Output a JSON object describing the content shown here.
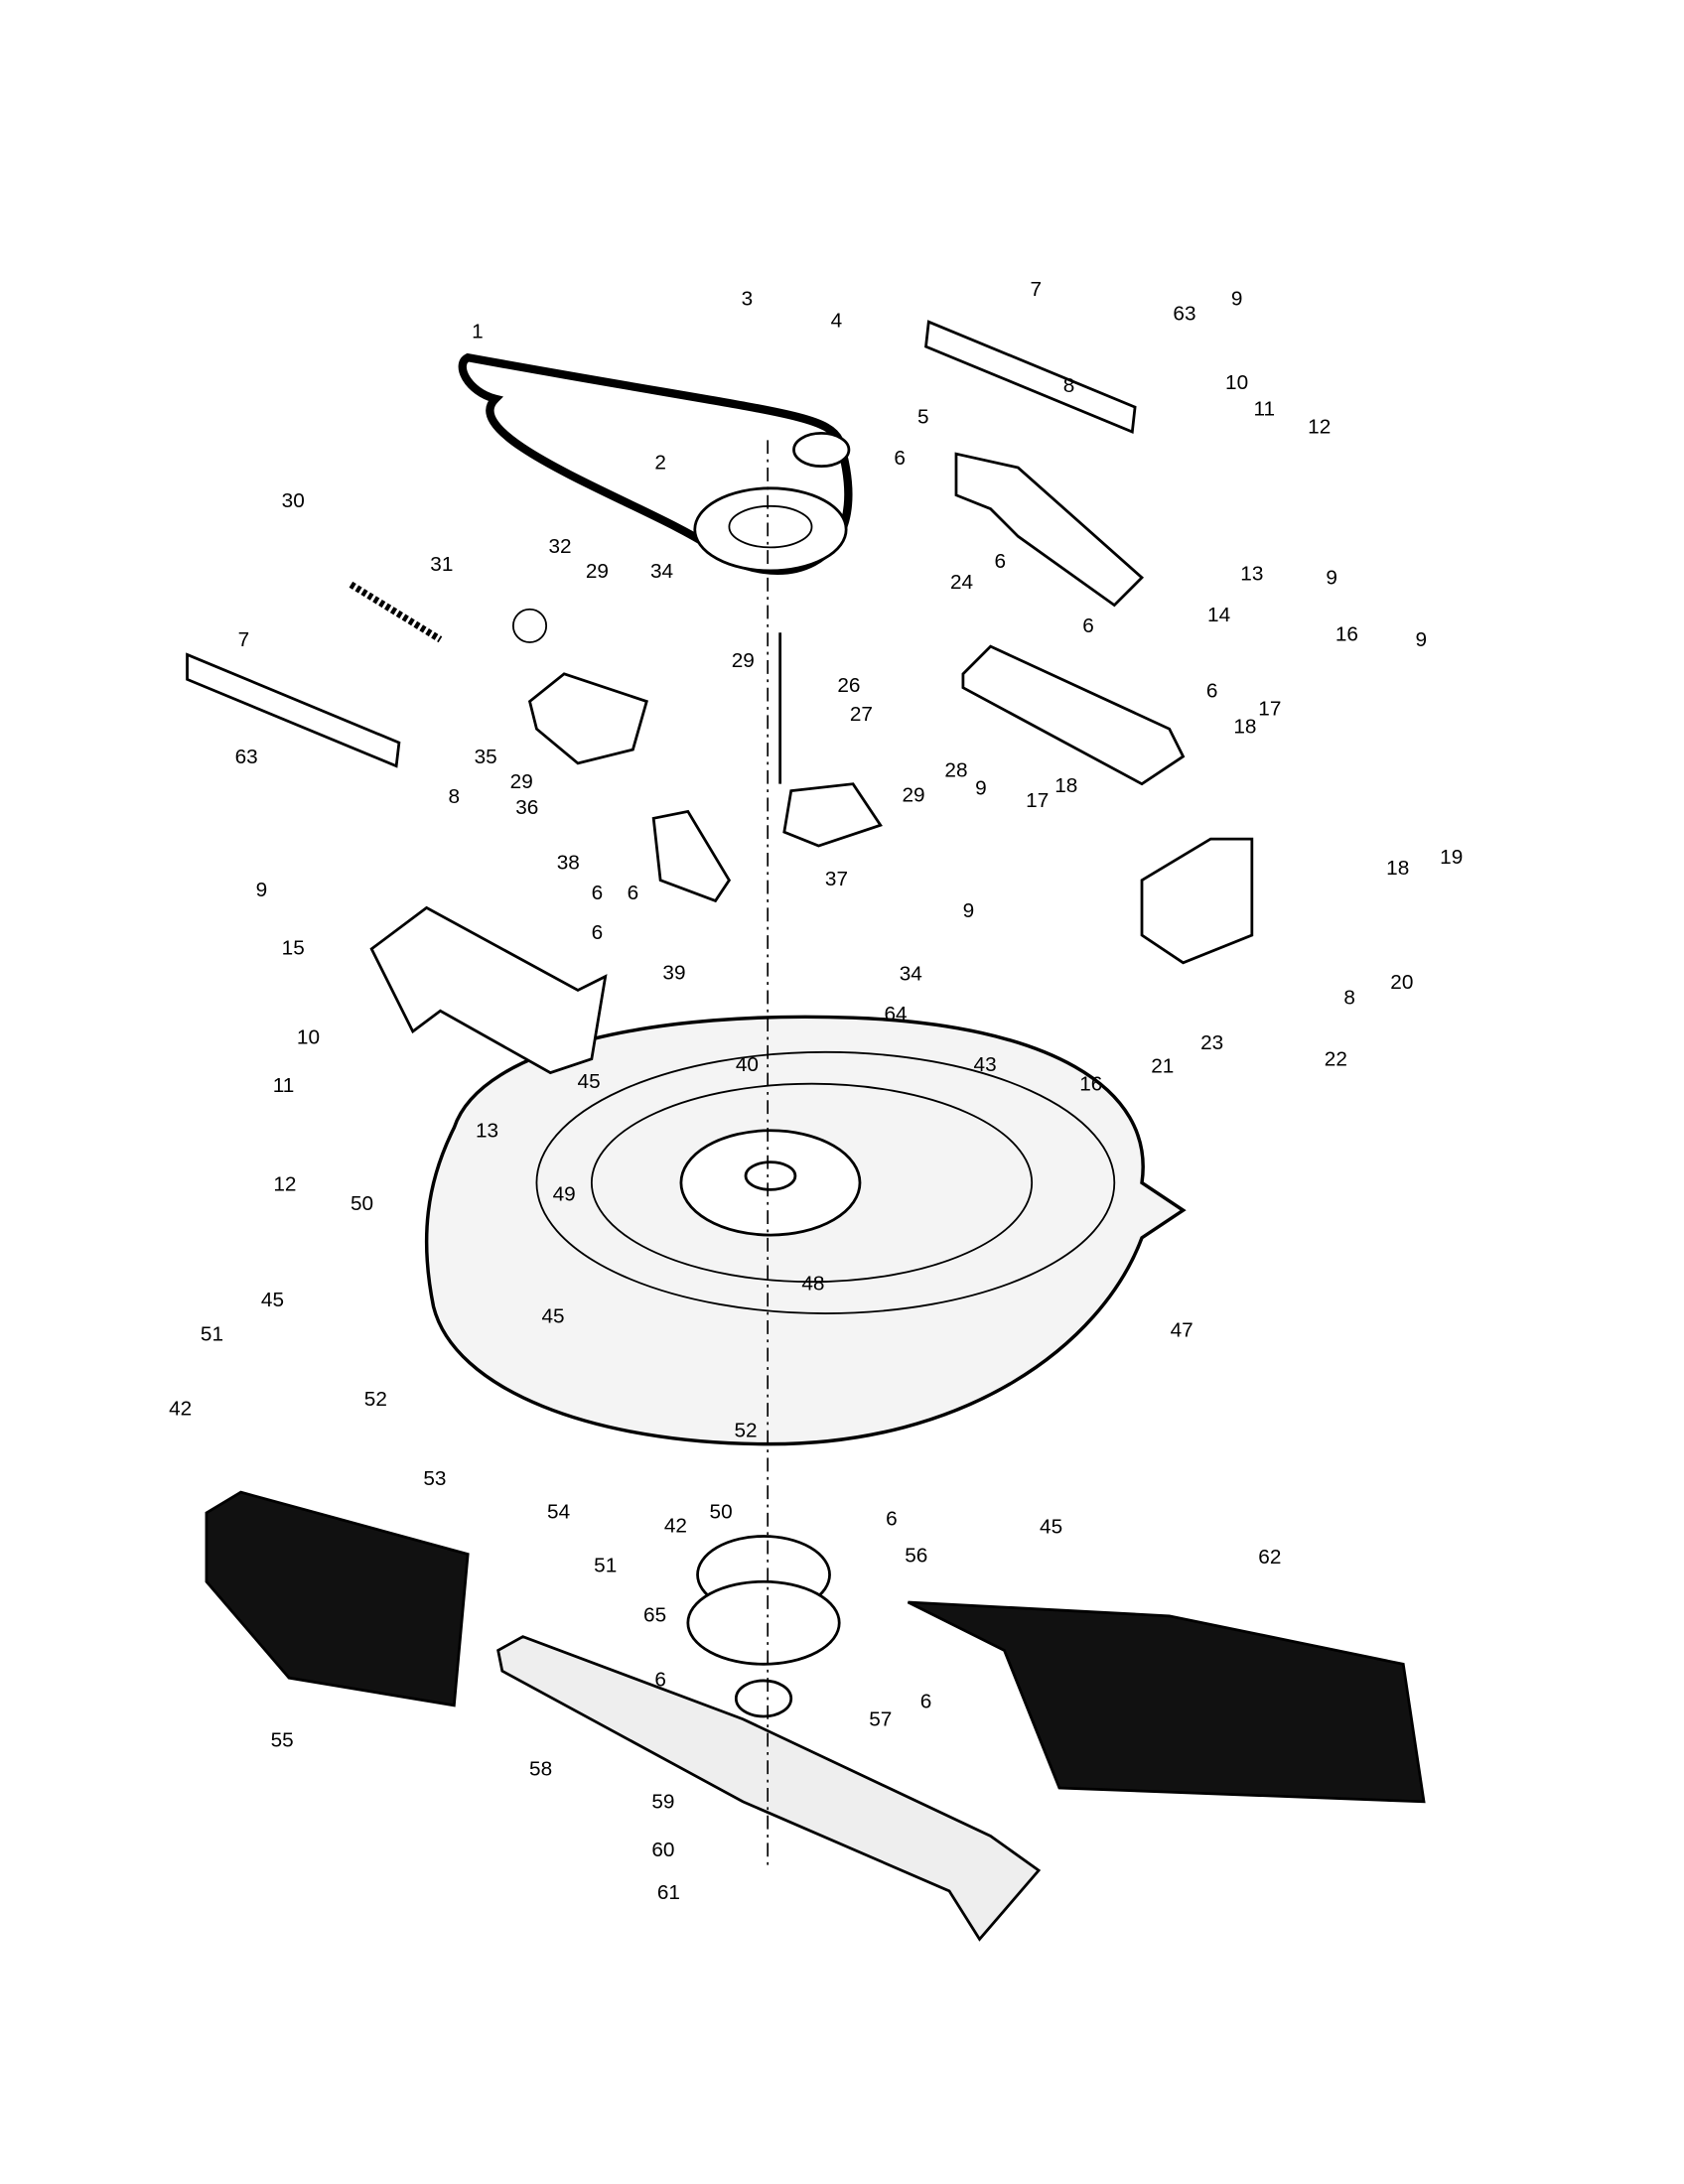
{
  "diagram": {
    "title": "Mower deck exploded parts diagram",
    "callouts": [
      "1",
      "3",
      "4",
      "5",
      "2",
      "7",
      "63",
      "9",
      "10",
      "8",
      "11",
      "12",
      "6",
      "6",
      "13",
      "14",
      "30",
      "32",
      "31",
      "29",
      "34",
      "24",
      "9",
      "6",
      "16",
      "9",
      "7",
      "29",
      "26",
      "27",
      "6",
      "18",
      "17",
      "28",
      "35",
      "29",
      "36",
      "63",
      "9",
      "18",
      "17",
      "29",
      "19",
      "18",
      "9",
      "8",
      "37",
      "38",
      "6",
      "6",
      "15",
      "6",
      "9",
      "34",
      "39",
      "64",
      "40",
      "20",
      "8",
      "21",
      "23",
      "22",
      "16",
      "43",
      "10",
      "45",
      "11",
      "13",
      "12",
      "49",
      "50",
      "48",
      "47",
      "45",
      "45",
      "51",
      "52",
      "52",
      "42",
      "53",
      "54",
      "50",
      "42",
      "6",
      "45",
      "51",
      "56",
      "62",
      "65",
      "6",
      "6",
      "57",
      "55",
      "58",
      "59",
      "60",
      "61"
    ]
  }
}
